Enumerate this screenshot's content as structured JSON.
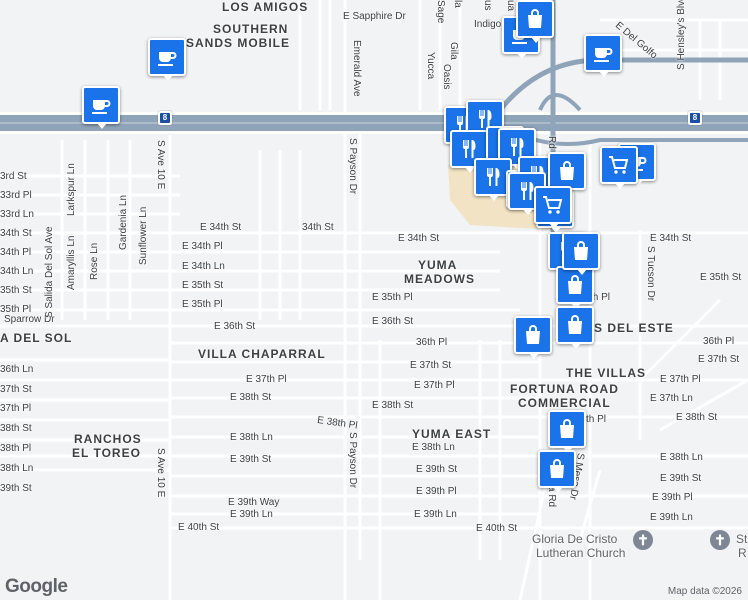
{
  "colors": {
    "background": "#f2f3f5",
    "road": "#ffffff",
    "highway": "#8fa4b8",
    "highway_edge": "#ffffff",
    "commercial": "#f2e3c4",
    "poi": "#1a73e8"
  },
  "neighborhoods": {
    "los_amigos": "LOS AMIGOS",
    "southern_sands_1": "SOUTHERN",
    "southern_sands_2": "SANDS MOBILE",
    "yuma_meadows_1": "YUMA",
    "yuma_meadows_2": "MEADOWS",
    "villa_del_sol": "A DEL SOL",
    "villa_chaparral": "VILLA CHAPARRAL",
    "ranchos_1": "RANCHOS",
    "ranchos_2": "EL TOREO",
    "yuma_east": "YUMA EAST",
    "fortuna_1": "FORTUNA ROAD",
    "fortuna_2": "COMMERCIAL",
    "the_villas": "THE VILLAS",
    "del_este": "S DEL ESTE"
  },
  "streets": {
    "sapphire": "E Sapphire Dr",
    "indigo": "Indigo",
    "del_golfo": "E Del Golfo",
    "hensley": "S Hensley's Blvd",
    "emerald": "Emerald Ave",
    "sage": "Sage",
    "yucca": "Yucca",
    "gila": "Gila",
    "oasis": "Oasis",
    "la": "la",
    "us": "us",
    "ua": "ua",
    "s3rd": "3rd St",
    "s33rd_pl": "33rd Pl",
    "s33rd_ln": "33rd Ln",
    "s34th_w": "34th St",
    "s34th_pl_w": "34th Pl",
    "s34th_ln_w": "34th Ln",
    "s35th_w": "35th St",
    "s35th_pl_w": "35th Pl",
    "e34th_st_a": "E 34th St",
    "e34th_st_b": "34th St",
    "e34th_st_c": "E 34th St",
    "e34th_st_d": "E 34th St",
    "e34th_pl": "E 34th Pl",
    "e34th_ln": "E 34th Ln",
    "e35th_st_a": "E 35th St",
    "e35th_st_b": "E 35th St",
    "e35th_pl_a": "E 35th Pl",
    "e35th_pl_b": "E 35th Pl",
    "e35th_pl_c": "th Pl",
    "sparrow": "Sparrow Dr",
    "e36th_a": "E 36th St",
    "e36th_b": "E 36th St",
    "pl36_a": "36th Pl",
    "pl36_b": "36th Pl",
    "e37th_st_a": "E 37th St",
    "e37th_st_b": "E 37th St",
    "e37th_pl_a": "E 37th Pl",
    "e37th_pl_b": "E 37th Pl",
    "e37th_pl_c": "E 37th Pl",
    "e37th_ln": "E 37th Ln",
    "e38th_st_a": "E 38th St",
    "e38th_st_b": "E 38th St",
    "e38th_st_c": "E 38th St",
    "e38th_pl": "E 38th Pl",
    "e38th_pl_b": "th Pl",
    "e38th_ln_a": "E 38th Ln",
    "e38th_ln_b": "E 38th Ln",
    "e38th_ln_c": "E 38th Ln",
    "e39th_st_a": "E 39th St",
    "e39th_st_b": "E 39th St",
    "e39th_st_c": "E 39th St",
    "e39th_pl_a": "E 39th Pl",
    "e39th_pl_b": "E 39th Pl",
    "e39th_way": "E 39th Way",
    "e39th_ln_a": "E 39th Ln",
    "e39th_ln_b": "E 39th Ln",
    "e39th_ln_c": "E 39th Ln",
    "e40th_a": "E 40th St",
    "e40th_b": "E 40th St",
    "w36th_ln": "36th Ln",
    "w37th_st": "37th St",
    "w37th_pl": "37th Pl",
    "w38th_st": "38th St",
    "w38th_pl": "38th Pl",
    "w38th_ln": "38th Ln",
    "w39th_st": "39th St",
    "larkspur": "Larkspur Ln",
    "amaryllis": "Amaryllis Ln",
    "rose": "Rose Ln",
    "gardenia": "Gardenia Ln",
    "sunflower": "Sunflower Ln",
    "salida": "S Salida Del Sol Ave",
    "ave10e_a": "S Ave 10 E",
    "ave10e_b": "S Ave 10 E",
    "payson_a": "S Payson Dr",
    "payson_b": "S Payson Dr",
    "tucson": "S Tucson Dr",
    "mesa": "S Mesa Dr",
    "rd_a": "Rd",
    "rd_b": "a Rd",
    "rd_c": "Rd"
  },
  "highway_shield": "8",
  "places": {
    "church_1": "Gloria De Cristo",
    "church_2": "Lutheran Church",
    "st_1": "St",
    "st_2": "R"
  },
  "google_logo": "Google",
  "attribution": "Map data ©2026",
  "markers": [
    {
      "type": "cafe-icon"
    },
    {
      "type": "cafe-icon"
    },
    {
      "type": "cafe-icon"
    },
    {
      "type": "cafe-icon"
    },
    {
      "type": "cafe-icon"
    },
    {
      "type": "restaurant-icon"
    },
    {
      "type": "restaurant-icon"
    },
    {
      "type": "restaurant-icon"
    },
    {
      "type": "restaurant-icon"
    },
    {
      "type": "restaurant-icon"
    },
    {
      "type": "restaurant-icon"
    },
    {
      "type": "restaurant-icon"
    },
    {
      "type": "restaurant-icon"
    },
    {
      "type": "restaurant-icon"
    },
    {
      "type": "restaurant-icon"
    },
    {
      "type": "restaurant-icon"
    },
    {
      "type": "shopping-bag-icon"
    },
    {
      "type": "shopping-bag-icon"
    },
    {
      "type": "shopping-bag-icon"
    },
    {
      "type": "shopping-bag-icon"
    },
    {
      "type": "shopping-bag-icon"
    },
    {
      "type": "shopping-bag-icon"
    },
    {
      "type": "shopping-bag-icon"
    },
    {
      "type": "shopping-bag-icon"
    },
    {
      "type": "shopping-cart-icon"
    },
    {
      "type": "shopping-cart-icon"
    }
  ]
}
